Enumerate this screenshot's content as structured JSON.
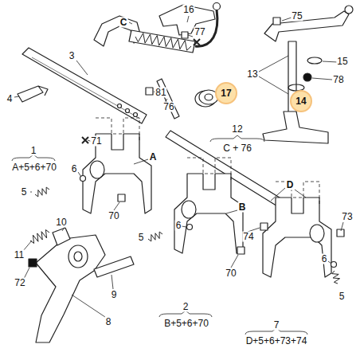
{
  "diagram": {
    "nodes": [
      {
        "text": [
          "17"
        ]
      },
      {
        "text": [
          "14"
        ]
      }
    ],
    "labels": [
      "16",
      "77",
      "C",
      "75",
      "3",
      "13",
      "15",
      "78",
      "81",
      "76",
      "4",
      "71",
      "12",
      "C + 76",
      "1",
      "A+5+6+70",
      "A",
      "6",
      "5",
      "D",
      "B",
      "73",
      "10",
      "70",
      "6",
      "5",
      "74",
      "11",
      "6",
      "70",
      "72",
      "5",
      "9",
      "2",
      "B+5+6+70",
      "8",
      "7",
      "D+5+6+73+74"
    ]
  }
}
